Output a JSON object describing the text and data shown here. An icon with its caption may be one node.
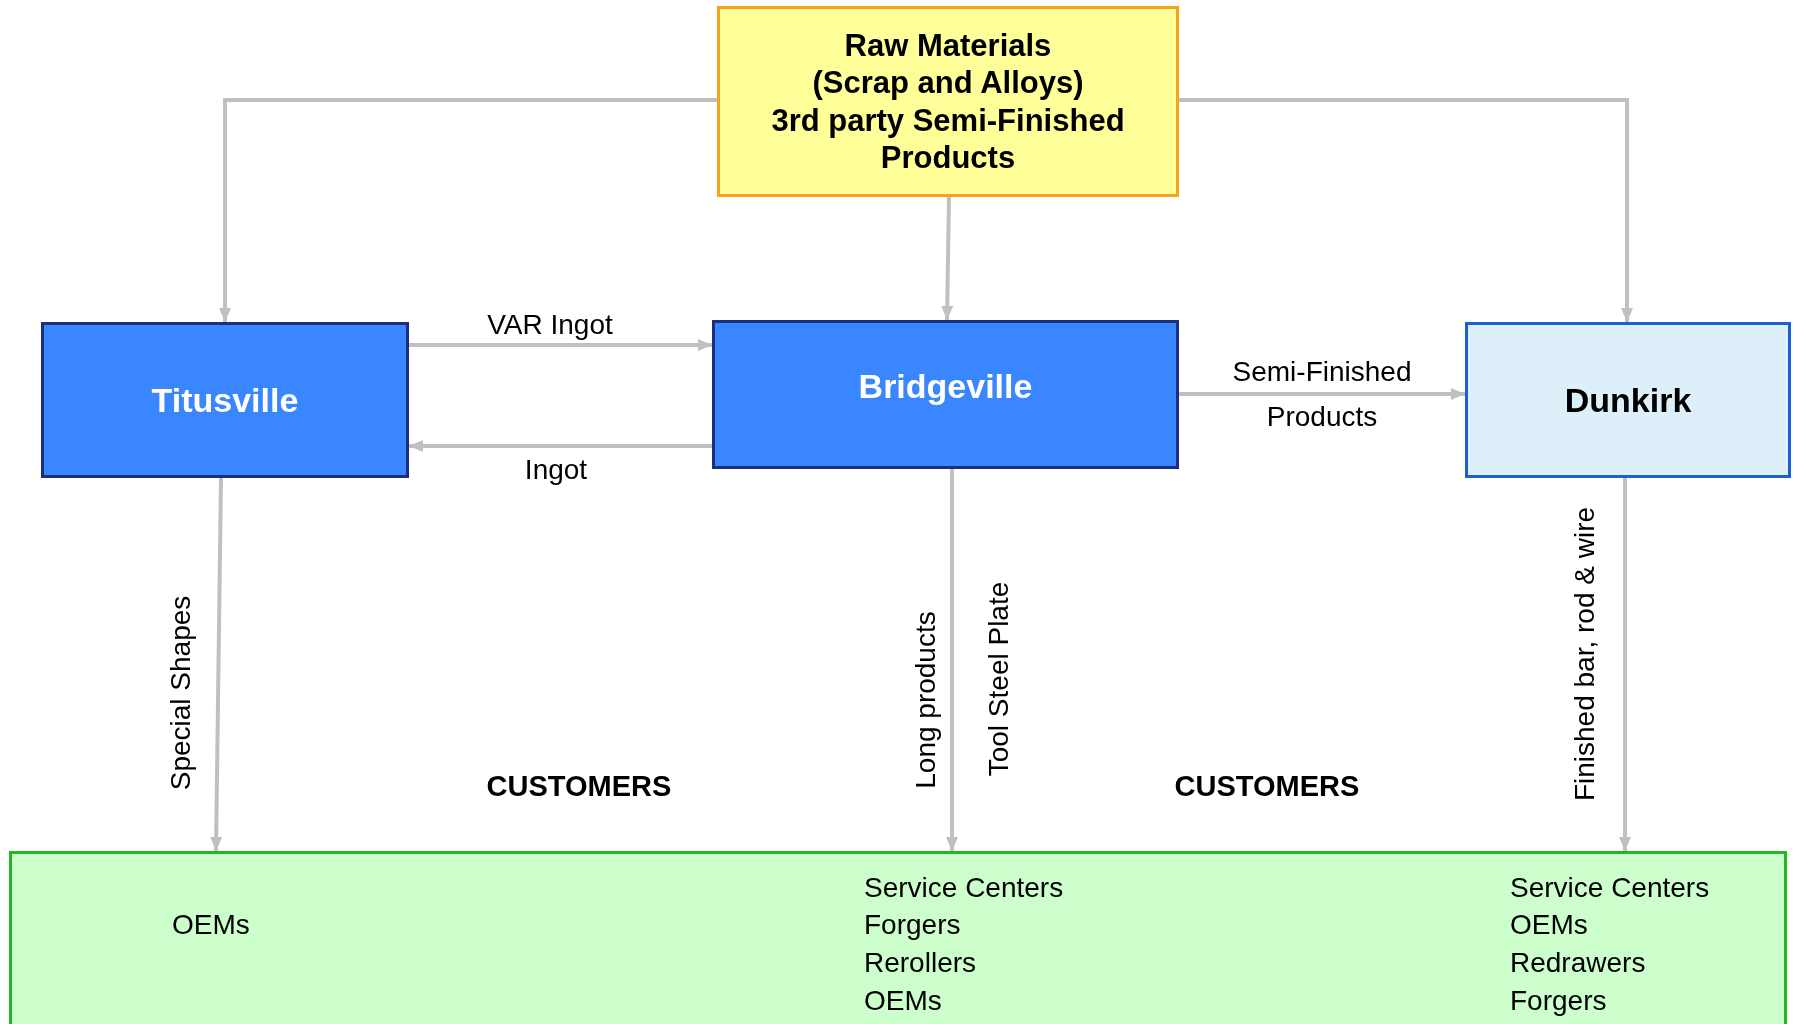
{
  "diagram": {
    "nodes": [
      {
        "text": [
          "Raw Materials (Scrap and Alloys)",
          "3rd party Semi-Finished Products"
        ]
      },
      {
        "text": [
          "Titusville"
        ]
      },
      {
        "text": [
          "Bridgeville"
        ]
      },
      {
        "text": [
          "Dunkirk"
        ]
      },
      {
        "text": [
          "OEMs",
          "Service Centers",
          "Forgers",
          "Rerollers",
          "OEMs",
          "Service Centers",
          "OEMs",
          "Redrawers",
          "Forgers"
        ]
      }
    ],
    "edges": [
      {
        "from": 0,
        "to": 1,
        "arrow": "to"
      },
      {
        "from": 0,
        "to": 2,
        "arrow": "to"
      },
      {
        "from": 0,
        "to": 3,
        "arrow": "to"
      },
      {
        "from": 1,
        "to": 2,
        "arrow": "to",
        "label": "VAR Ingot"
      },
      {
        "from": 2,
        "to": 1,
        "arrow": "to",
        "label": "Ingot"
      },
      {
        "from": 2,
        "to": 3,
        "arrow": "to",
        "label": "Semi-Finished Products"
      },
      {
        "from": 1,
        "to": 4,
        "arrow": "to",
        "label": "Special Shapes"
      },
      {
        "from": 2,
        "to": 4,
        "arrow": "to",
        "label": "Long products"
      },
      {
        "from": 3,
        "to": 4,
        "arrow": "to",
        "label": "Finished bar, rod & wire"
      }
    ],
    "labels": [
      "Tool Steel Plate",
      "CUSTOMERS",
      "CUSTOMERS"
    ]
  }
}
